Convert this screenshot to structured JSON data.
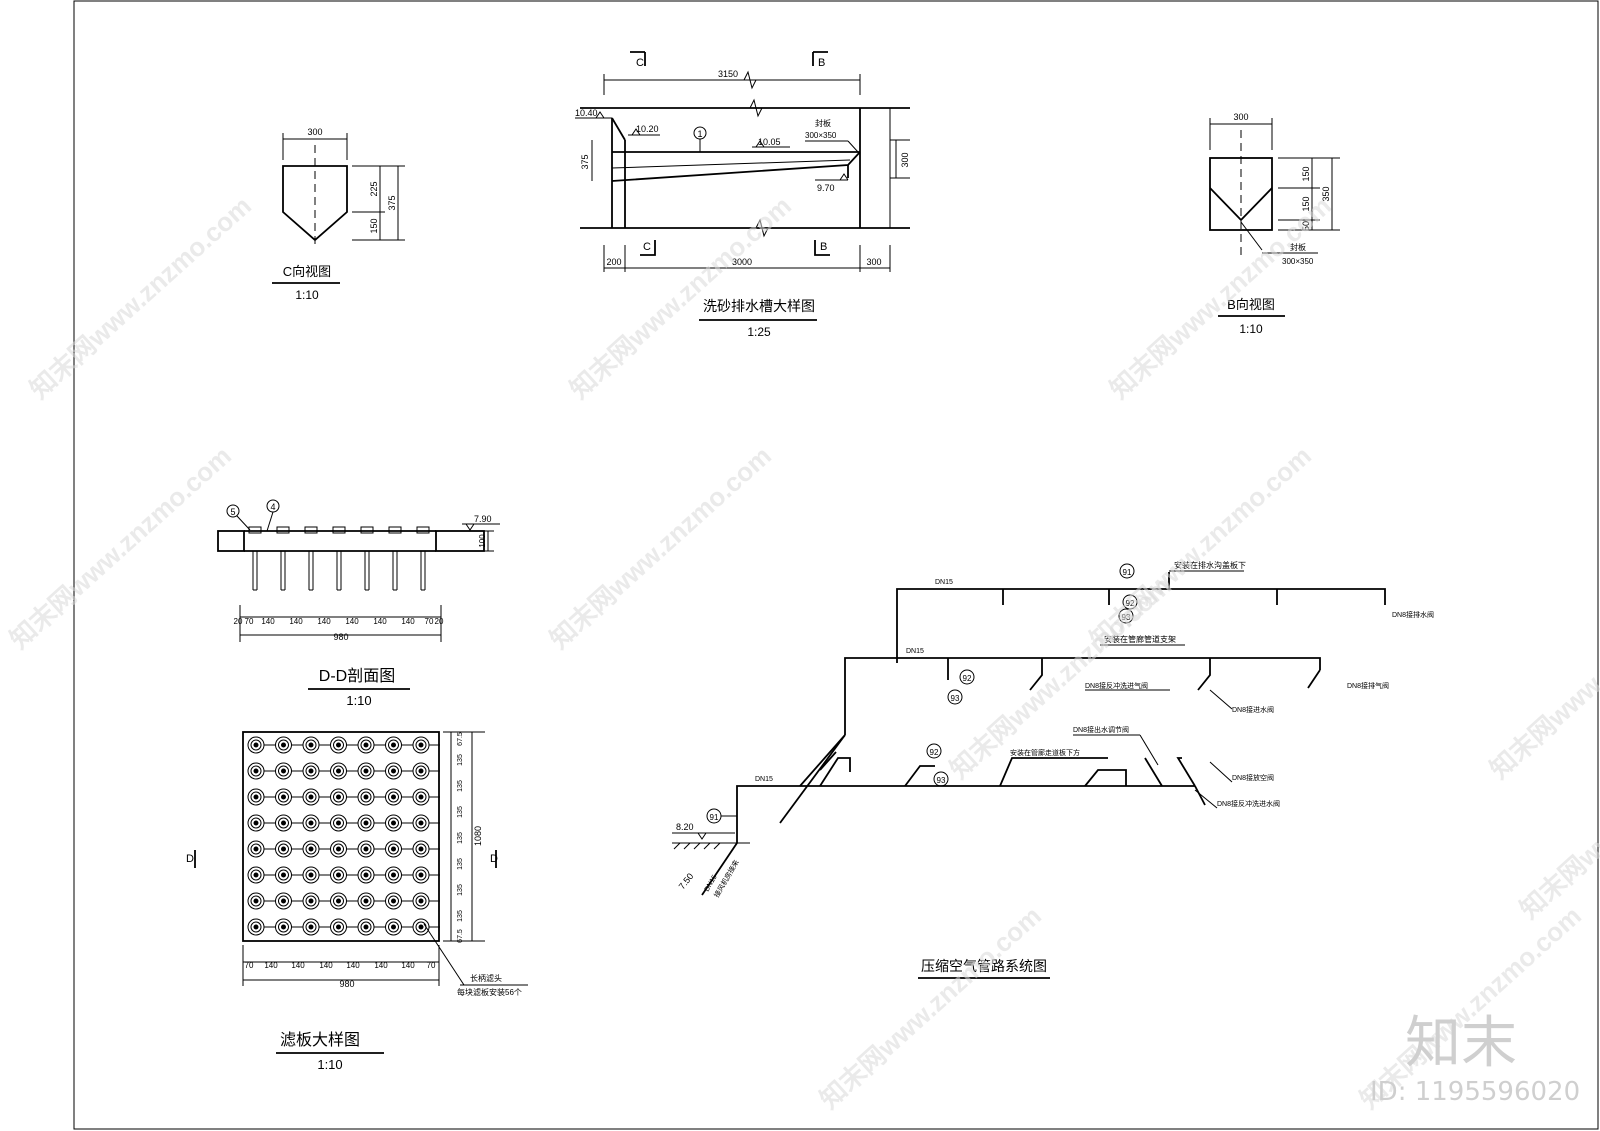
{
  "views": {
    "c_view": {
      "title": "C向视图",
      "scale": "1:10",
      "width": "300",
      "dims": [
        "225",
        "150",
        "375"
      ]
    },
    "b_view": {
      "title": "B向视图",
      "scale": "1:10",
      "width": "300",
      "dims": [
        "150",
        "150",
        "50",
        "350"
      ],
      "note1": "封板",
      "note2": "300×350"
    },
    "trough": {
      "title": "洗砂排水槽大样图",
      "scale": "1:25",
      "sec_c": "C",
      "sec_b": "B",
      "top_dim": "3150",
      "bot_dims": [
        "200",
        "3000",
        "300"
      ],
      "elev": [
        "10.40",
        "10.20",
        "10.05",
        "9.70"
      ],
      "dims_side": [
        "375",
        "300"
      ],
      "callout": "1",
      "note1": "封板",
      "note2": "300×350"
    },
    "dd_section": {
      "title": "D-D剖面图",
      "scale": "1:10",
      "elev": "7.90",
      "thick": "100",
      "callouts": [
        "5",
        "4"
      ],
      "dims": [
        "20",
        "70",
        "140",
        "140",
        "140",
        "140",
        "140",
        "140",
        "70",
        "20"
      ],
      "total": "980"
    },
    "filter_plate": {
      "title": "滤板大样图",
      "scale": "1:10",
      "sec": "D",
      "dims": [
        "70",
        "140",
        "140",
        "140",
        "140",
        "140",
        "140",
        "70"
      ],
      "total": "980",
      "right_dims": [
        "67.5",
        "135",
        "135",
        "135",
        "135",
        "135",
        "135",
        "135",
        "67.5"
      ],
      "right_total": "1080",
      "note1": "长柄滤头",
      "note2": "每块滤板安装56个"
    },
    "air_system": {
      "title": "压缩空气管路系统图",
      "dn15": "DN15",
      "labels": [
        "安装在排水沟盖板下",
        "安装在管廊管道支架",
        "安装在管廊走道板下方",
        "DN8接排水阀",
        "DN8接反冲洗进气阀",
        "DN8接排气阀",
        "DN8接进水阀",
        "DN8接出水调节阀",
        "DN8接放空阀",
        "DN8接反冲洗进水阀"
      ],
      "callouts": [
        "91",
        "92",
        "93"
      ],
      "elev": [
        "8.20",
        "7.50"
      ],
      "from_note1": "DN15",
      "from_note2": "接风机房接来"
    }
  },
  "watermark": {
    "text": "知末网www.znzmo.com",
    "brand": "知末",
    "id": "ID: 1195596020"
  }
}
